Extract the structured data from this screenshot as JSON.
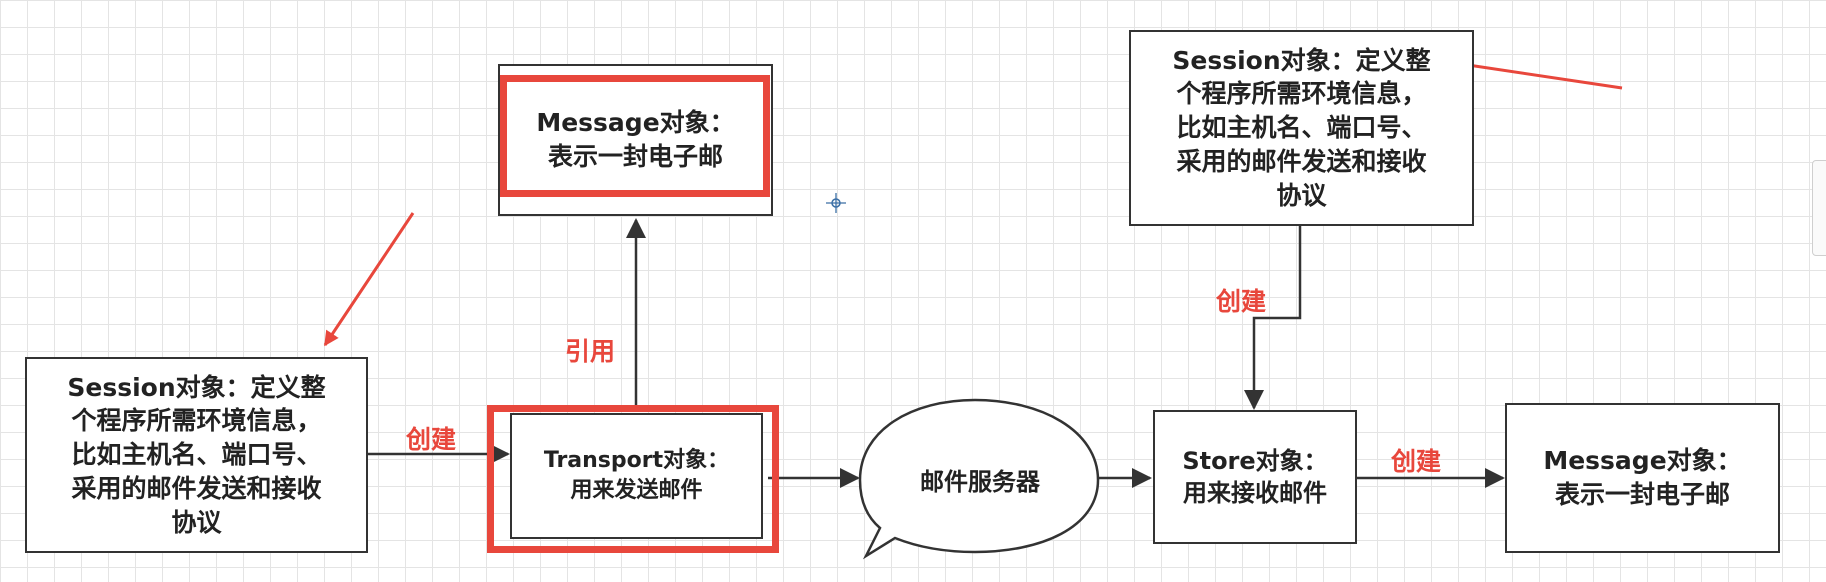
{
  "diagram": {
    "nodes": {
      "session_left": {
        "text": "Session对象：定义整\n个程序所需环境信息，\n比如主机名、端口号、\n采用的邮件发送和接收\n协议"
      },
      "transport": {
        "text": "Transport对象：\n用来发送邮件"
      },
      "message_top": {
        "text": "Message对象：\n表示一封电子邮"
      },
      "mail_server": {
        "text": "邮件服务器"
      },
      "store": {
        "text": "Store对象：\n用来接收邮件"
      },
      "message_right": {
        "text": "Message对象：\n表示一封电子邮"
      },
      "session_right": {
        "text": "Session对象：定义整\n个程序所需环境信息，\n比如主机名、端口号、\n采用的邮件发送和接收\n协议"
      }
    },
    "edge_labels": {
      "create_transport": "创建",
      "reference": "引用",
      "create_store": "创建",
      "create_message": "创建"
    }
  },
  "colors": {
    "highlight": "#e8473c",
    "box_border": "#333333",
    "grid": "#e4e4e4"
  },
  "icons": [
    "crosshair-icon"
  ]
}
